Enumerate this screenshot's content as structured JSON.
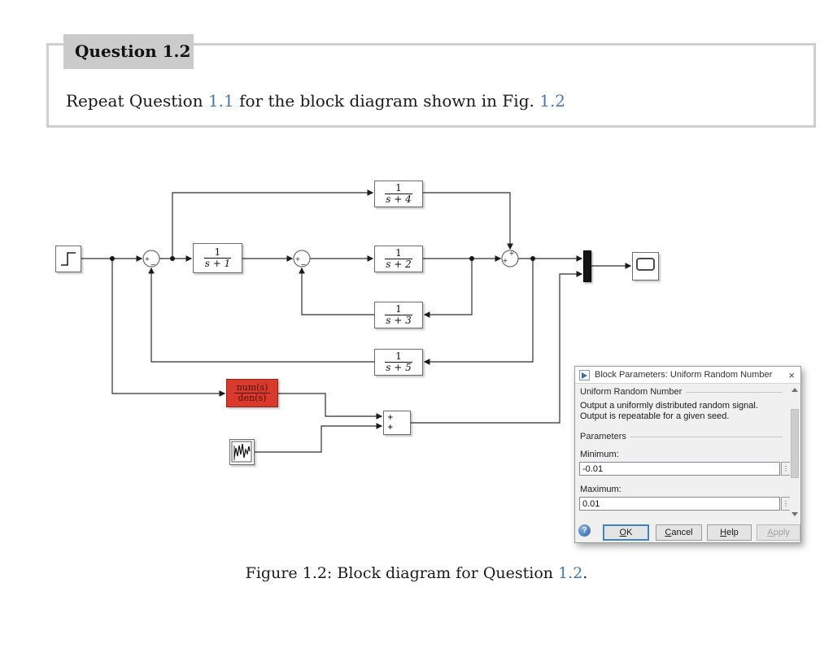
{
  "colors": {
    "link-blue": "#4577b8",
    "red-bg": "#da3a2b",
    "red-text": "#4a1008",
    "accent-ok": "#3f83c9",
    "badge": "#cbcbcb"
  },
  "question_box": {
    "title": "Question 1.2",
    "body_prefix": "Repeat Question ",
    "ref1": "1.1",
    "body_middle": " for the block diagram shown in Fig. ",
    "ref2": "1.2"
  },
  "figure_caption": {
    "prefix": "Figure 1.2: Block diagram for Question ",
    "ref": "1.2",
    "suffix": "."
  },
  "diagram": {
    "blocks": {
      "tf_s1": {
        "num": "1",
        "den": "s + 1"
      },
      "tf_s2": {
        "num": "1",
        "den": "s + 2"
      },
      "tf_s3": {
        "num": "1",
        "den": "s + 3"
      },
      "tf_s4": {
        "num": "1",
        "den": "s + 4"
      },
      "tf_s5": {
        "num": "1",
        "den": "s + 5"
      },
      "transfer_fcn": {
        "num": "num(s)",
        "den": "den(s)"
      }
    },
    "sums": {
      "sum1": {
        "left": "+",
        "bottom": "−"
      },
      "sum2": {
        "left": "+",
        "bottom": "−"
      },
      "sum3": {
        "top": "+",
        "left": "+"
      },
      "adder": {
        "in1": "+",
        "in2": "+"
      }
    }
  },
  "dialog": {
    "title": "Block Parameters: Uniform Random Number",
    "close_glyph": "×",
    "group_block": "Uniform Random Number",
    "description_line1": "Output a uniformly distributed random signal.",
    "description_line2": "Output is repeatable for a given seed.",
    "group_parameters": "Parameters",
    "minimum_label": "Minimum:",
    "minimum_value": "-0.01",
    "maximum_label": "Maximum:",
    "maximum_value": "0.01",
    "param_button_glyph": "⋮",
    "help_glyph": "?",
    "buttons": {
      "ok": "OK",
      "cancel": "Cancel",
      "help": "Help",
      "apply": "Apply"
    }
  }
}
